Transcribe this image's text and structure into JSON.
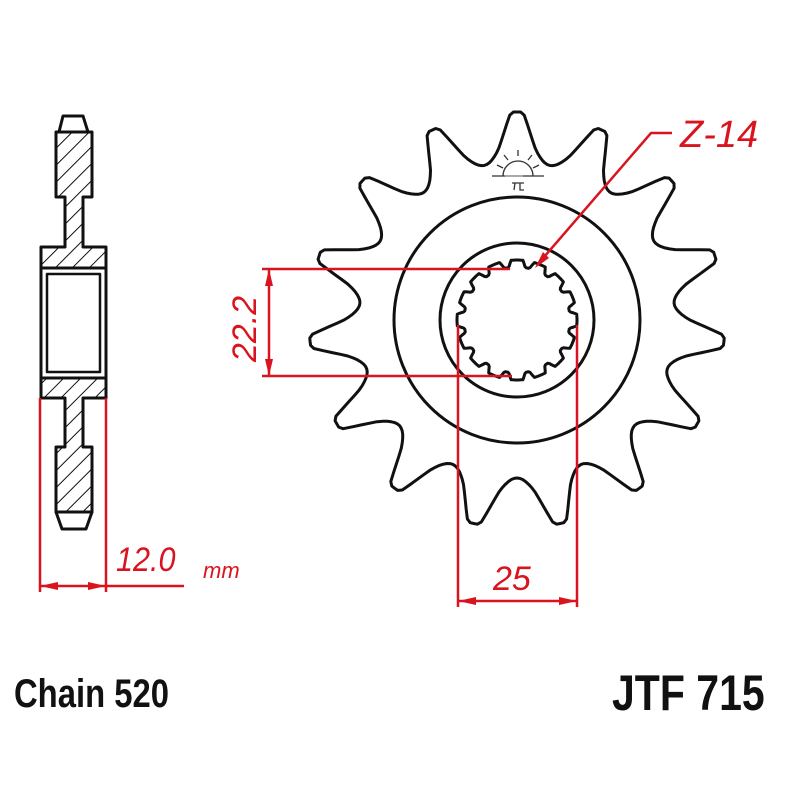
{
  "drawing": {
    "type": "sprocket-technical-drawing",
    "colors": {
      "outline": "#111111",
      "dimension": "#d9141e",
      "background": "#ffffff"
    },
    "teeth_label": "Z-14",
    "bore_dimension_label": "22.2",
    "spline_dimension_label": "25",
    "thickness_value": "12.0",
    "thickness_unit": "mm",
    "logo_icon": "sun-logo-icon"
  },
  "footer": {
    "chain_label": "Chain 520",
    "part_number": "JTF 715"
  }
}
